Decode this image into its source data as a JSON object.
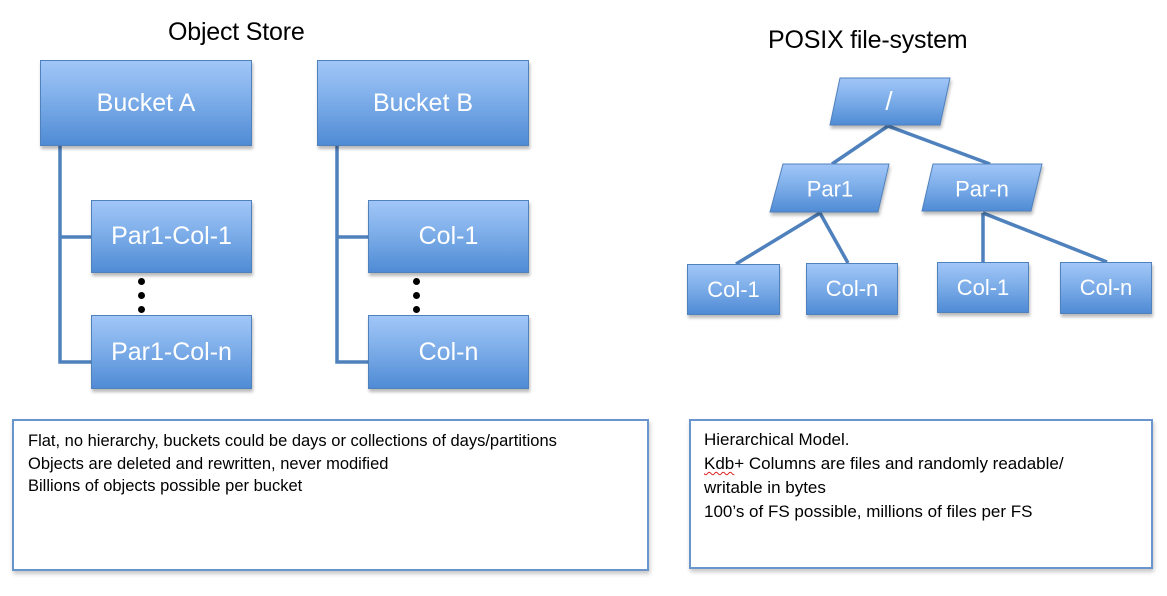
{
  "object_store": {
    "title": "Object Store",
    "buckets": [
      {
        "label": "Bucket A",
        "items": [
          "Par1-Col-1",
          "Par1-Col-n"
        ],
        "ellipsis": "vertical-dots"
      },
      {
        "label": "Bucket B",
        "items": [
          "Col-1",
          "Col-n"
        ],
        "ellipsis": "vertical-dots"
      }
    ],
    "notes": [
      "Flat, no hierarchy, buckets could be days or collections of days/partitions",
      "Objects are deleted and rewritten, never modified",
      "Billions of objects possible per bucket"
    ]
  },
  "posix": {
    "title": "POSIX file-system",
    "root": {
      "label": "/"
    },
    "partitions": [
      {
        "label": "Par1",
        "children": [
          "Col-1",
          "Col-n"
        ]
      },
      {
        "label": "Par-n",
        "children": [
          "Col-1",
          "Col-n"
        ]
      }
    ],
    "notes": {
      "line1": "Hierarchical Model.",
      "line2_flagged_word": "Kdb",
      "line2_rest": "+ Columns are files and randomly readable/",
      "line3": "writable in bytes",
      "line4": "100’s of FS possible, millions of files per FS"
    }
  },
  "colors": {
    "box_top": "#a1c6f8",
    "box_bottom": "#4f8bd5",
    "box_border": "#4f81bd",
    "connector": "#4f81bd",
    "textbox_border": "#6a95cc",
    "spellcheck": "#e02020"
  }
}
